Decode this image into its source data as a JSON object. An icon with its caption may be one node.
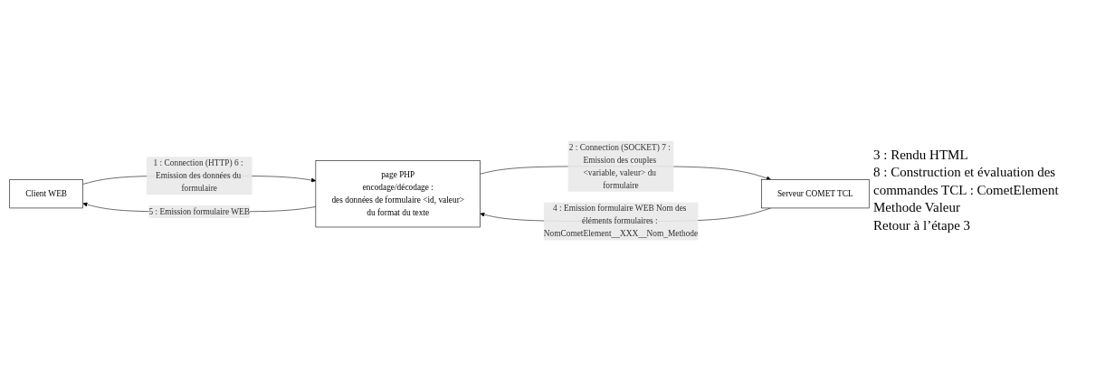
{
  "diagram": {
    "nodes": [
      {
        "text": [
          "Client WEB"
        ]
      },
      {
        "text": [
          "page PHP",
          "encodage/décodage :",
          "des données de formulaire <id, valeur>",
          "du format du texte"
        ]
      },
      {
        "text": [
          "Serveur COMET TCL"
        ],
        "beside": [
          "3 : Rendu HTML",
          "8 : Construction et évaluation des commandes TCL : CometElement Methode Valeur",
          "Retour à l’étape 3"
        ]
      }
    ],
    "edges": [
      {
        "from": 0,
        "to": 1,
        "arrow": "to",
        "label": "1 : Connection (HTTP) 6 : Emission des données du formulaire"
      },
      {
        "from": 1,
        "to": 2,
        "arrow": "to",
        "label": "2 : Connection (SOCKET) 7 : Emission des couples <variable, valeur> du formulaire"
      },
      {
        "from": 2,
        "to": 1,
        "arrow": "to",
        "label": "4 : Emission formulaire WEB Nom des éléments formulaires : NomCometElement__XXX__Nom_Methode"
      },
      {
        "from": 1,
        "to": 0,
        "arrow": "to",
        "label": "5 : Emission formulaire WEB"
      }
    ]
  }
}
